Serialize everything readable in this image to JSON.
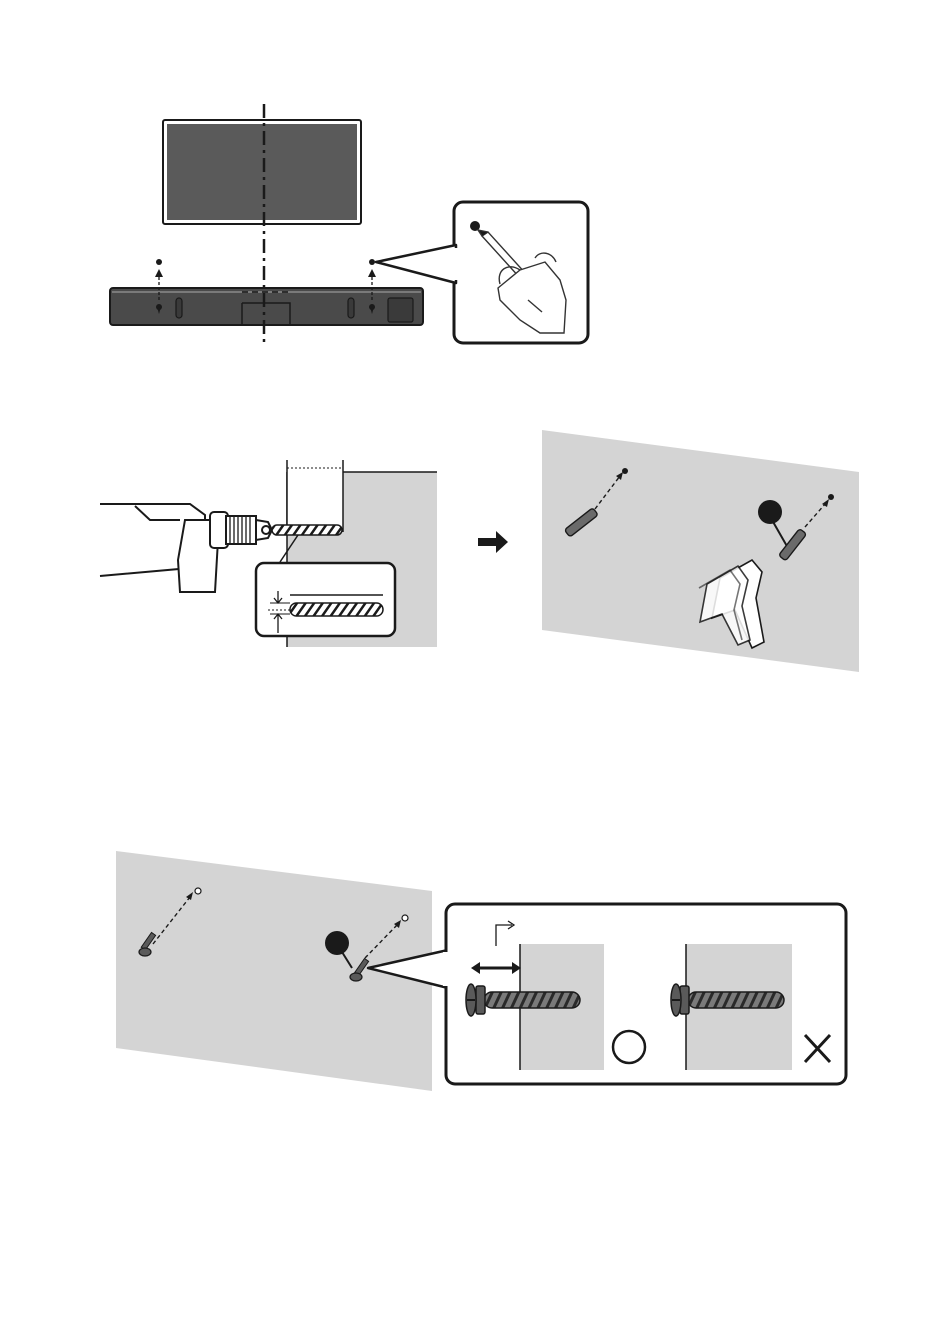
{
  "colors": {
    "ink": "#1a1a1a",
    "dark_fill": "#5a5a5a",
    "soundbar_fill": "#4a4a4a",
    "wall_fill": "#d4d4d4",
    "panel_bg": "#ffffff",
    "hand_fill": "#ffffff",
    "hand_stroke": "#333333"
  },
  "step1": {
    "tv": "tv-screen",
    "soundbar": "soundbar",
    "center_line": "dash-dot-center-line",
    "marks": [
      "left-mark-dot",
      "right-mark-dot"
    ],
    "callout": "pencil-marking-callout",
    "icon": "pencil-hand-icon"
  },
  "step2": {
    "drill": "drill-icon",
    "wall": "wall-section",
    "detail": "hole-depth-detail",
    "arrow": "arrow-right-icon",
    "anchor_panel": "wall-anchor-panel",
    "hammer": "hammer-icon"
  },
  "step3": {
    "wall": "wall-section",
    "screws": [
      "left-screw",
      "right-screw"
    ],
    "callout": "screw-depth-callout",
    "correct_symbol": "circle-correct-icon",
    "wrong_symbol": "x-wrong-icon"
  }
}
